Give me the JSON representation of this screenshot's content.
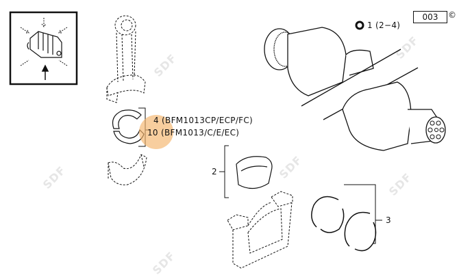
{
  "diagram": {
    "page_code": "003",
    "copyright_symbol": "©",
    "legend": {
      "symbol": "ring",
      "text": "1 (2−4)"
    },
    "callouts": [
      {
        "id": "4",
        "text": "4 (BFM1013CP/ECP/FC)"
      },
      {
        "id": "10",
        "text": "10 (BFM1013/C/E/EC)"
      },
      {
        "id": "2",
        "text": "2"
      },
      {
        "id": "3",
        "text": "3"
      }
    ],
    "watermark": "SDF",
    "parts": [
      "engine-location-inset",
      "connecting-rod",
      "connecting-rod-bearing-shells",
      "connecting-rod-cap",
      "crankshaft",
      "main-bearing-shell",
      "main-bearing-cap",
      "thrust-washers"
    ],
    "colors": {
      "line": "#111111",
      "watermark": "#e6e6e6",
      "cursor": "#f5b46a"
    }
  }
}
